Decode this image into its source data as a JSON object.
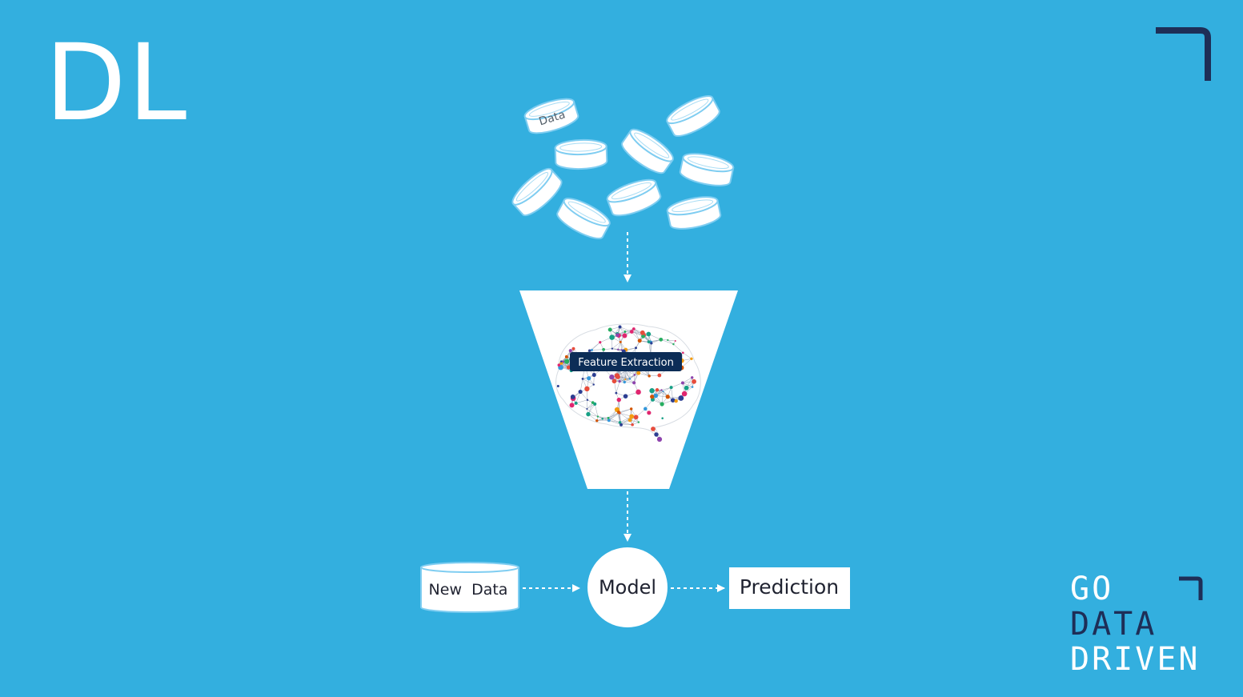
{
  "slide": {
    "title": "DL"
  },
  "diagram": {
    "data_label": "Data",
    "stage_label": "Feature Extraction",
    "new_data_label": "New  Data",
    "model_label": "Model",
    "prediction_label": "Prediction"
  },
  "logo": {
    "lines": [
      "GO",
      "DATA",
      "DRIVEN"
    ]
  },
  "colors": {
    "background": "#33afdf",
    "white": "#ffffff",
    "cylinder_outline": "#7fcdf1",
    "badge": "#0c2d57",
    "logo_dark": "#1e2e57"
  },
  "icons": {
    "brain": "brain-network-icon",
    "corner": "corner-bracket-icon"
  }
}
